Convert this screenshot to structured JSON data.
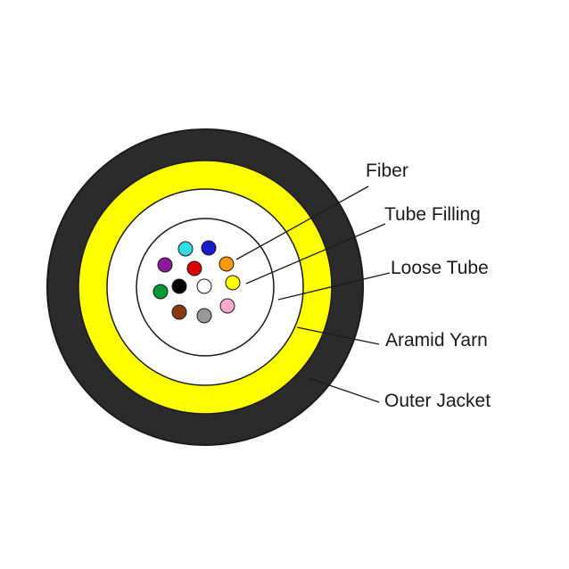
{
  "labels": {
    "fiber": "Fiber",
    "tube_filling": "Tube Filling",
    "loose_tube": "Loose Tube",
    "aramid_yarn": "Aramid Yarn",
    "outer_jacket": "Outer Jacket"
  },
  "colors": {
    "outer_jacket": "#2b2b2b",
    "aramid_yarn": "#ffff00",
    "loose_tube": "#ffffff",
    "tube_filling": "#ffffff",
    "outline": "#1a1a1a"
  },
  "fibers": [
    {
      "name": "aqua",
      "color": "#33dddd"
    },
    {
      "name": "blue",
      "color": "#1a1acc"
    },
    {
      "name": "violet",
      "color": "#8a1a9a"
    },
    {
      "name": "red",
      "color": "#dd0000"
    },
    {
      "name": "orange",
      "color": "#ff9900"
    },
    {
      "name": "green",
      "color": "#009933"
    },
    {
      "name": "black",
      "color": "#000000"
    },
    {
      "name": "white",
      "color": "#ffffff"
    },
    {
      "name": "yellow",
      "color": "#ffff00"
    },
    {
      "name": "brown",
      "color": "#8b3a0f"
    },
    {
      "name": "slate",
      "color": "#999999"
    },
    {
      "name": "rose",
      "color": "#ffaacc"
    }
  ]
}
